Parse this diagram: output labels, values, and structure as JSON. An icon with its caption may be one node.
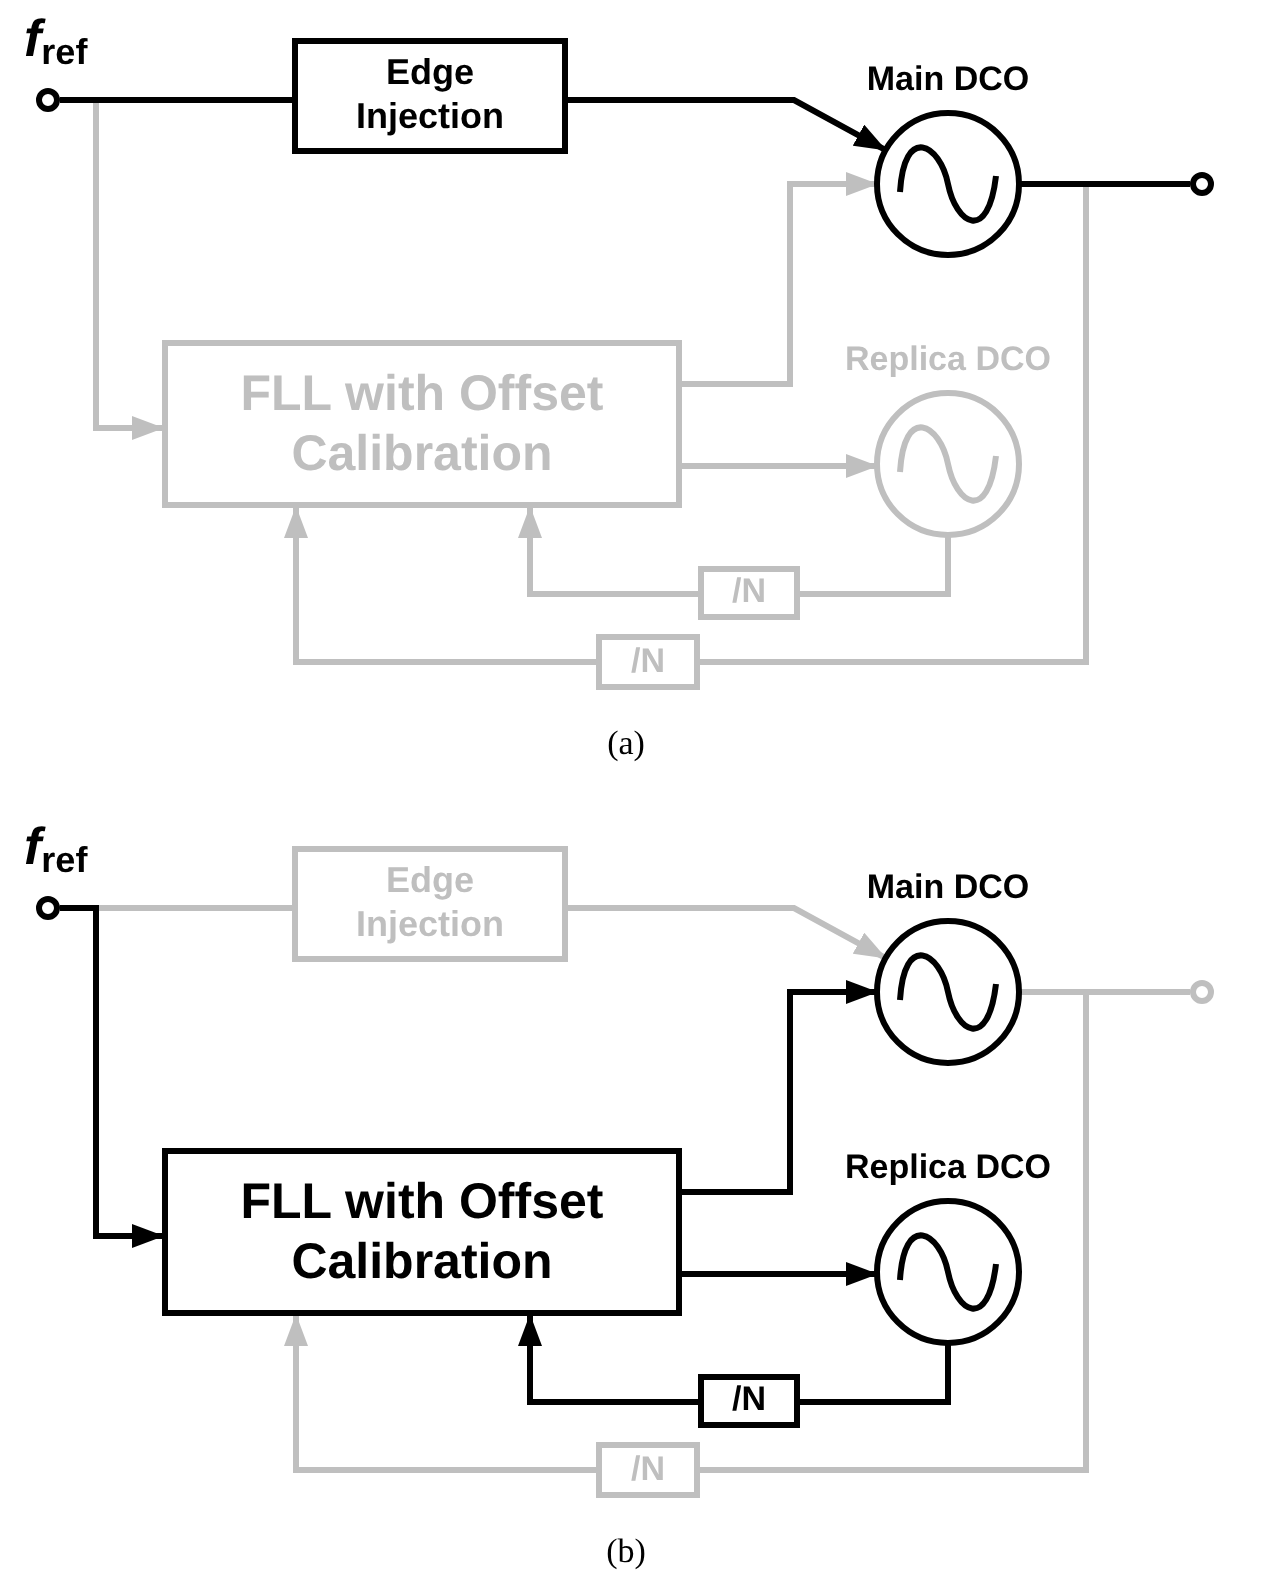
{
  "diagram": {
    "nodes": [
      {
        "text": [],
        "shape": "circle",
        "beside": [
          "*f*$_{ref}$"
        ]
      },
      {
        "text": [
          "Edge Injection"
        ]
      },
      {
        "text": [
          "Main DCO"
        ]
      },
      {
        "text": [],
        "shape": "circle"
      },
      {
        "text": [
          "FLL with Offset Calibration"
        ]
      },
      {
        "text": [
          "Replica DCO"
        ]
      },
      {
        "text": [
          "/N"
        ]
      },
      {
        "text": [
          "/N"
        ]
      },
      {
        "text": [],
        "shape": "circle",
        "beside": [
          "*f*$_{ref}$"
        ]
      },
      {
        "text": [
          "Edge Injection"
        ]
      },
      {
        "text": [
          "Main DCO"
        ]
      },
      {
        "text": [],
        "shape": "circle"
      },
      {
        "text": [
          "FLL with Offset Calibration"
        ]
      },
      {
        "text": [
          "Replica DCO"
        ]
      },
      {
        "text": [
          "/N"
        ]
      },
      {
        "text": [
          "/N"
        ]
      }
    ],
    "edges": [
      {
        "from": 0,
        "to": 1,
        "arrow": "none",
        "color": "#000000"
      },
      {
        "from": 0,
        "to": 4,
        "arrow": "to"
      },
      {
        "from": 1,
        "to": 2,
        "arrow": "to",
        "color": "#000000"
      },
      {
        "from": 2,
        "to": 3,
        "arrow": "none",
        "color": "#000000"
      },
      {
        "from": 4,
        "to": 2,
        "arrow": "to"
      },
      {
        "from": 4,
        "to": 5,
        "arrow": "to"
      },
      {
        "from": 5,
        "to": 6,
        "arrow": "none"
      },
      {
        "from": 6,
        "to": 4,
        "arrow": "to"
      },
      {
        "from": 2,
        "to": 7,
        "arrow": "none"
      },
      {
        "from": 7,
        "to": 4,
        "arrow": "to"
      },
      {
        "from": 8,
        "to": 9,
        "arrow": "none"
      },
      {
        "from": 8,
        "to": 12,
        "arrow": "to",
        "color": "#000000"
      },
      {
        "from": 9,
        "to": 10,
        "arrow": "to"
      },
      {
        "from": 10,
        "to": 11,
        "arrow": "none"
      },
      {
        "from": 12,
        "to": 10,
        "arrow": "to",
        "color": "#000000"
      },
      {
        "from": 12,
        "to": 13,
        "arrow": "to",
        "color": "#000000"
      },
      {
        "from": 13,
        "to": 14,
        "arrow": "none",
        "color": "#000000"
      },
      {
        "from": 14,
        "to": 12,
        "arrow": "to",
        "color": "#000000"
      },
      {
        "from": 10,
        "to": 15,
        "arrow": "none"
      },
      {
        "from": 15,
        "to": 12,
        "arrow": "to"
      }
    ],
    "labels": [
      "(a)",
      "(b)"
    ]
  }
}
